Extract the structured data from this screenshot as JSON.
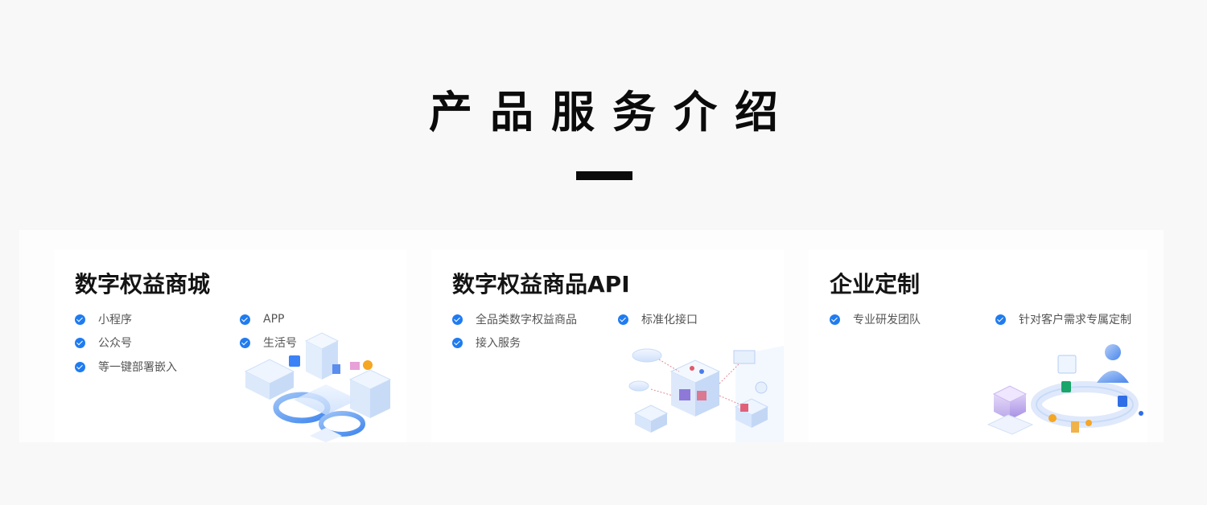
{
  "section": {
    "title": "产品服务介绍"
  },
  "cards": [
    {
      "title": "数字权益商城",
      "features": [
        "小程序",
        "APP",
        "公众号",
        "生活号",
        "等一键部署嵌入"
      ]
    },
    {
      "title": "数字权益商品API",
      "features": [
        "全品类数字权益商品",
        "标准化接口",
        "接入服务"
      ]
    },
    {
      "title": "企业定制",
      "features": [
        "专业研发团队",
        "针对客户需求专属定制"
      ]
    }
  ],
  "colors": {
    "accent": "#1f7cf0",
    "title": "#0b0b0b",
    "background": "#f8f8f8"
  }
}
